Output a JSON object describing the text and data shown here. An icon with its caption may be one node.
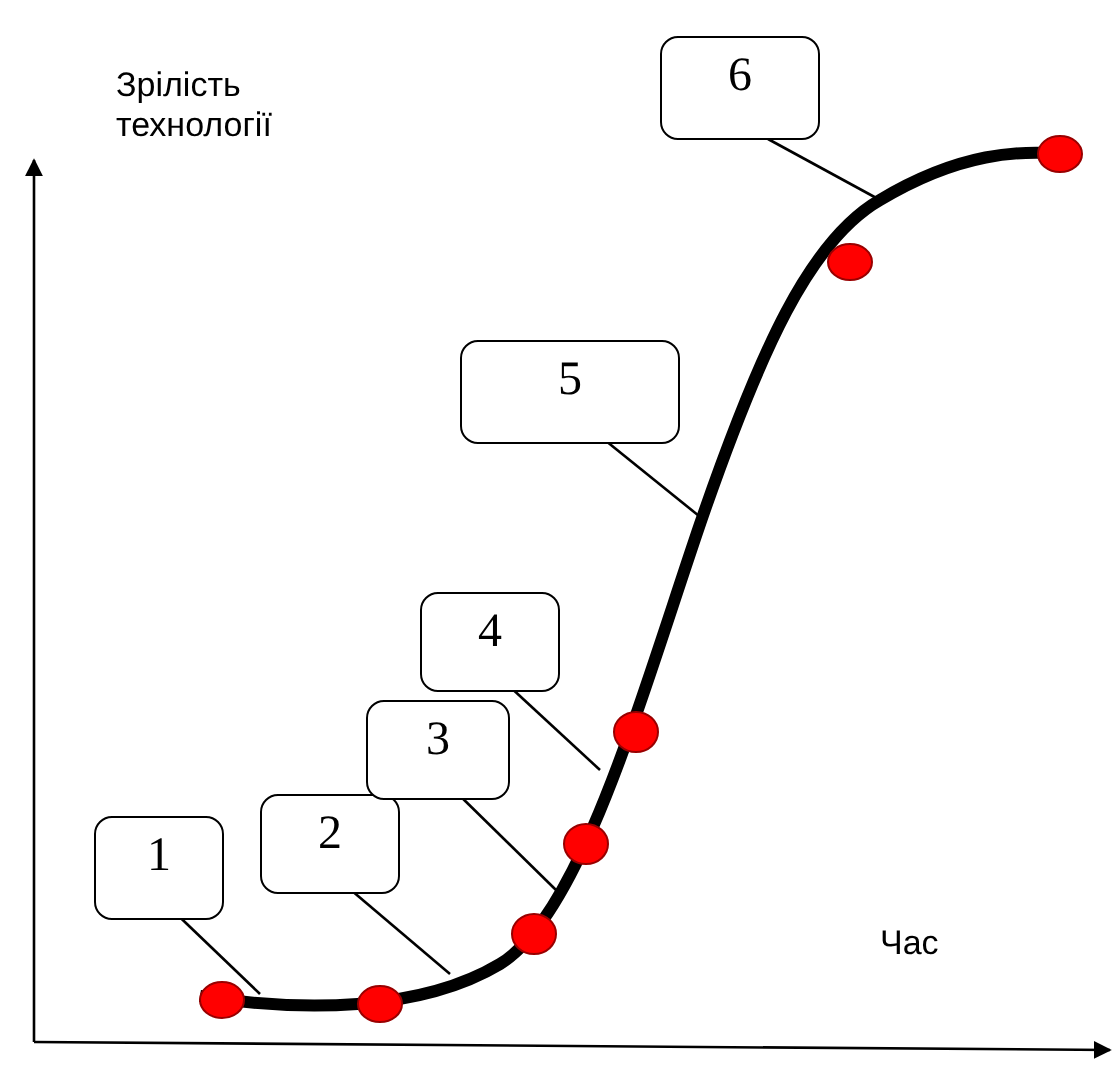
{
  "diagram": {
    "nodes": [
      {
        "text": [
          "1"
        ]
      },
      {
        "text": [
          "2"
        ]
      },
      {
        "text": [
          "3"
        ]
      },
      {
        "text": [
          "4"
        ]
      },
      {
        "text": [
          "5"
        ]
      },
      {
        "text": [
          "6"
        ]
      }
    ],
    "edges": [
      {
        "from": 0,
        "to": null,
        "arrow": "none"
      },
      {
        "from": 1,
        "to": null,
        "arrow": "none"
      },
      {
        "from": 2,
        "to": null,
        "arrow": "none"
      },
      {
        "from": 3,
        "to": null,
        "arrow": "none"
      },
      {
        "from": 4,
        "to": null,
        "arrow": "none"
      },
      {
        "from": 5,
        "to": null,
        "arrow": "none"
      }
    ],
    "labels": [
      "Зрілість технології",
      "Час"
    ]
  }
}
